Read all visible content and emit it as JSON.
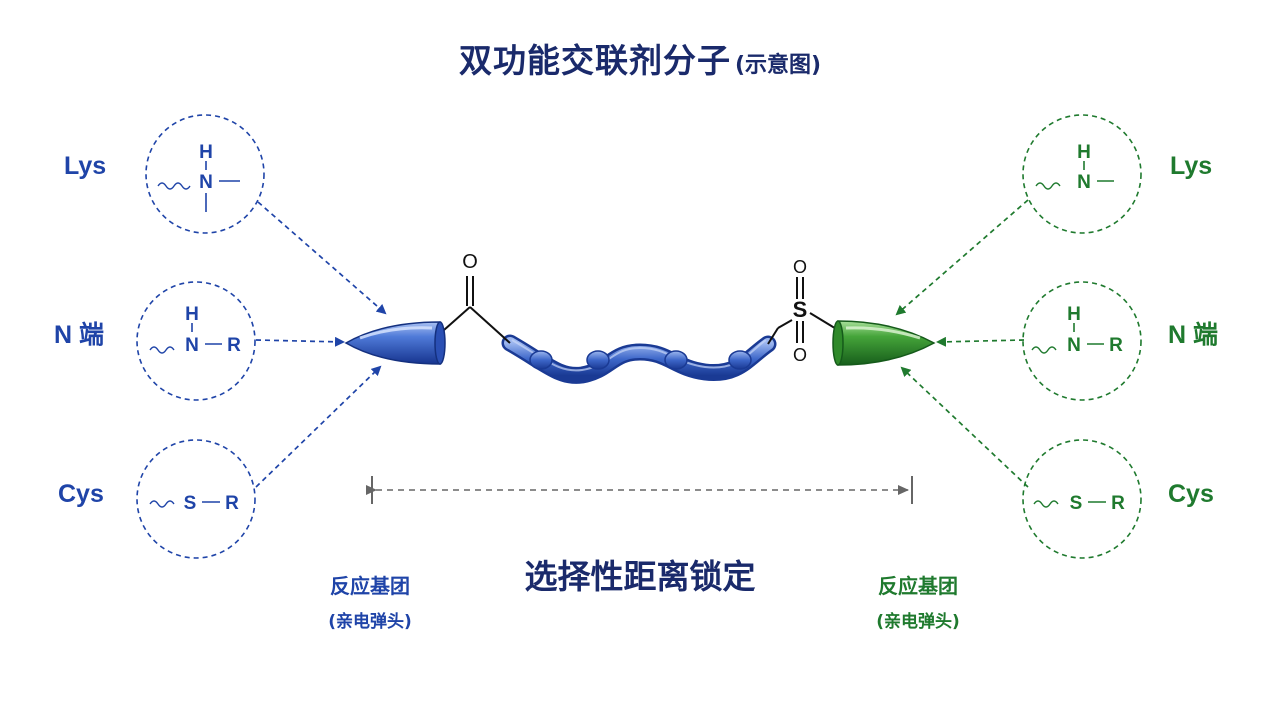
{
  "title": {
    "main": "双功能交联剂分子",
    "sub": "(示意图)"
  },
  "left": {
    "residues": [
      {
        "label": "Lys",
        "atom_top": "H",
        "atom": "N"
      },
      {
        "label": "N 端",
        "atom_top": "H",
        "atom": "N",
        "substituent": "R"
      },
      {
        "label": "Cys",
        "atom": "S",
        "substituent": "R"
      }
    ],
    "reactive_group": {
      "line1": "反应基团",
      "line2": "(亲电弹头)"
    }
  },
  "right": {
    "residues": [
      {
        "label": "Lys",
        "atom_top": "H",
        "atom": "N"
      },
      {
        "label": "N 端",
        "atom_top": "H",
        "atom": "N",
        "substituent": "R"
      },
      {
        "label": "Cys",
        "atom": "S",
        "substituent": "R"
      }
    ],
    "reactive_group": {
      "line1": "反应基团",
      "line2": "(亲电弹头)"
    }
  },
  "linker": {
    "carbonyl_o": "O",
    "sulfonyl_s": "S",
    "sulfonyl_o_top": "O",
    "sulfonyl_o_bottom": "O"
  },
  "distance_label": "选择性距离锁定",
  "colors": {
    "blue": "#1f44a8",
    "green": "#1f7a2e",
    "navy": "#1a2a6b",
    "gray": "#666666"
  }
}
